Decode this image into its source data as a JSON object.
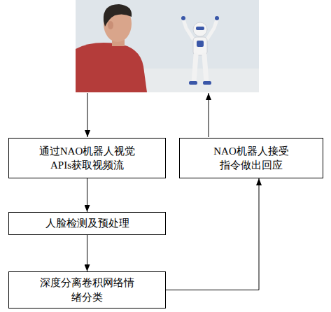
{
  "diagram": {
    "nodes": [
      {
        "text": [
          "通过NAO机器人视觉 APIs获取视频流"
        ]
      },
      {
        "text": [
          "人脸检测及预处理"
        ]
      },
      {
        "text": [
          "深度分离卷积网络情 绪分类"
        ]
      },
      {
        "text": [
          "NAO机器人接受 指令做出回应"
        ]
      }
    ],
    "edges": [
      {
        "from": 0,
        "to": 1,
        "arrow": "to"
      },
      {
        "from": 1,
        "to": 2,
        "arrow": "to"
      },
      {
        "from": 2,
        "to": 3,
        "arrow": "to"
      }
    ]
  }
}
